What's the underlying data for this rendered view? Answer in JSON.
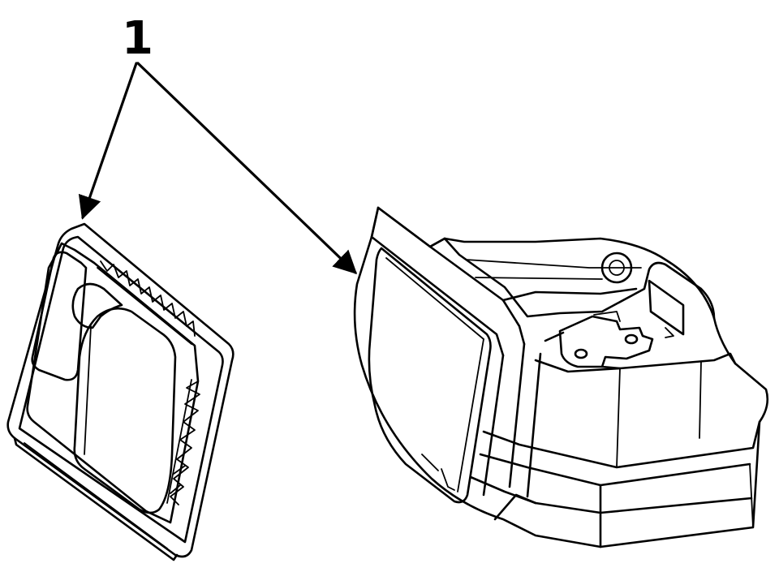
{
  "diagram": {
    "callouts": [
      {
        "id": "callout-1",
        "label": "1"
      }
    ],
    "parts": [
      {
        "id": "part-grille"
      },
      {
        "id": "part-housing"
      }
    ]
  }
}
